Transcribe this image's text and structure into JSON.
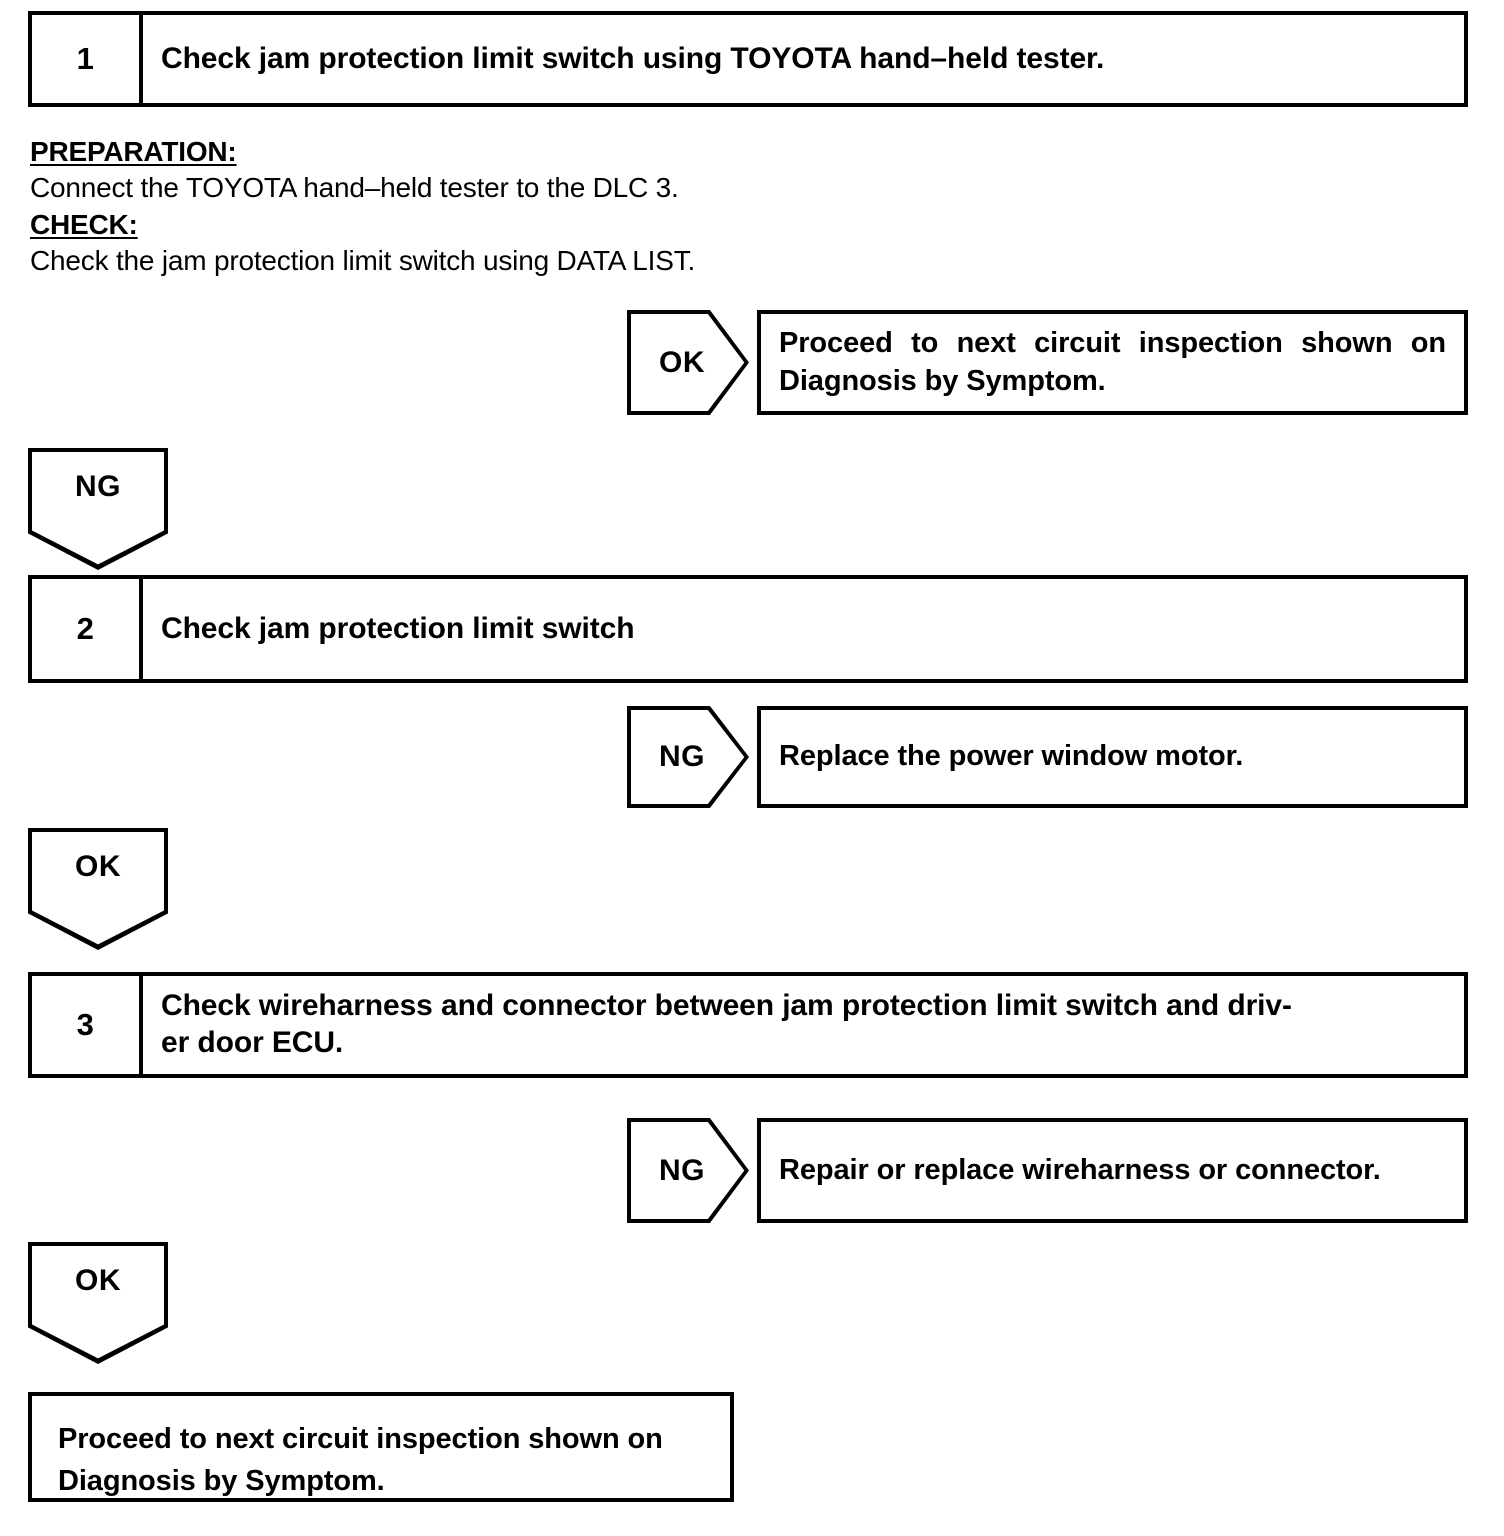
{
  "document": {
    "type": "troubleshooting-flowchart",
    "colors": {
      "ink": "#000000",
      "paper": "#ffffff"
    }
  },
  "steps": [
    {
      "number": "1",
      "title": "Check jam protection limit switch using TOYOTA hand–held tester."
    },
    {
      "number": "2",
      "title": "Check jam protection limit switch"
    },
    {
      "number": "3",
      "title_line1": "Check wireharness and connector between jam protection limit switch and driv-",
      "title_line2": "er door ECU."
    }
  ],
  "detail": {
    "preparation_label": "PREPARATION:",
    "preparation_text": "Connect the TOYOTA hand–held tester to the DLC 3.",
    "check_label": "CHECK:",
    "check_text": "Check the jam protection limit switch using DATA LIST."
  },
  "branches": {
    "step1_ok": {
      "tag": "OK",
      "result_line1": "Proceed to next circuit inspection shown on",
      "result_line2": "Diagnosis by Symptom."
    },
    "step1_ng": {
      "tag": "NG"
    },
    "step2_ng": {
      "tag": "NG",
      "result": "Replace the power window motor."
    },
    "step2_ok": {
      "tag": "OK"
    },
    "step3_ng": {
      "tag": "NG",
      "result": "Repair or replace wireharness or connector."
    },
    "step3_ok": {
      "tag": "OK"
    }
  },
  "conclusion": {
    "line1": "Proceed to next circuit inspection shown on",
    "line2": "Diagnosis by Symptom."
  }
}
